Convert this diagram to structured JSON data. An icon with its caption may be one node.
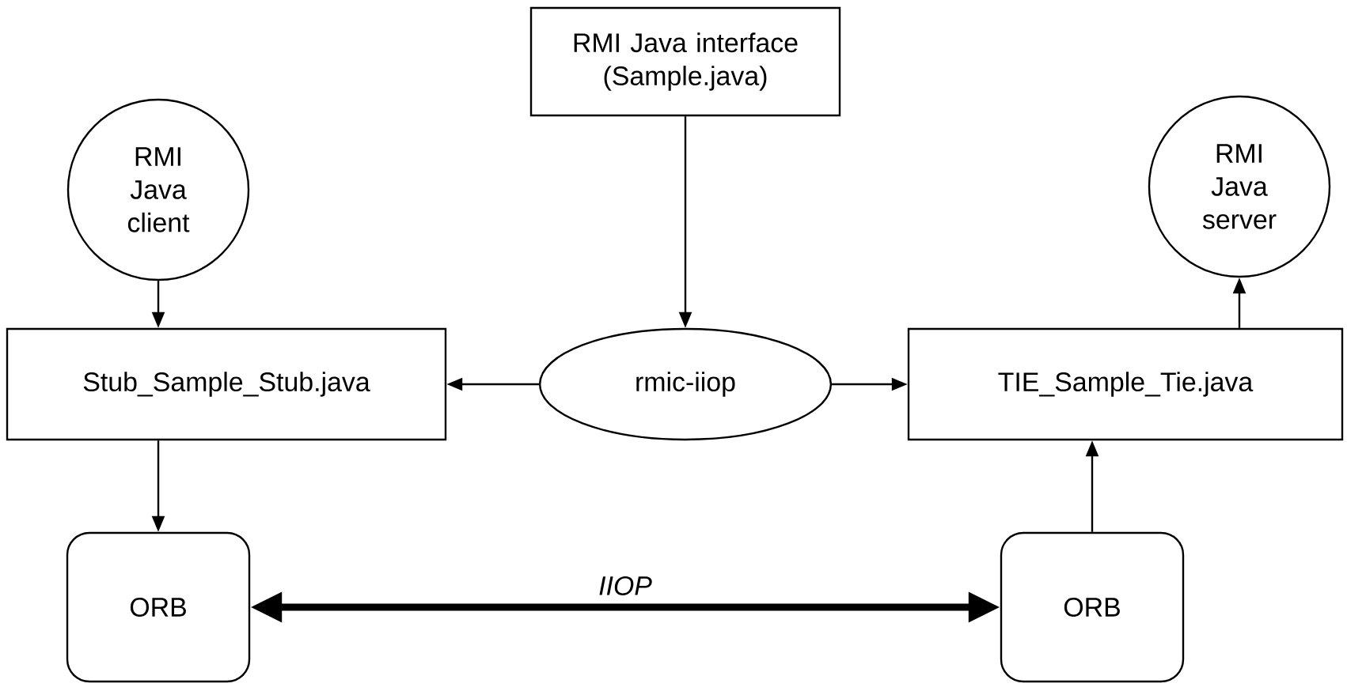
{
  "diagram": {
    "nodes": [
      {
        "text": [
          "RMI Java interface (Sample.java)"
        ]
      },
      {
        "text": [
          "RMI Java client"
        ]
      },
      {
        "text": [
          "RMI Java server"
        ]
      },
      {
        "text": [
          "Stub_Sample_Stub.java"
        ]
      },
      {
        "text": [
          "rmic-iiop"
        ]
      },
      {
        "text": [
          "TIE_Sample_Tie.java"
        ]
      },
      {
        "text": [
          "ORB"
        ]
      },
      {
        "text": [
          "ORB"
        ]
      }
    ],
    "edges": [
      {
        "from": 1,
        "to": 3,
        "arrow": "to"
      },
      {
        "from": 0,
        "to": 4,
        "arrow": "to"
      },
      {
        "from": 4,
        "to": 3,
        "arrow": "to"
      },
      {
        "from": 4,
        "to": 5,
        "arrow": "to"
      },
      {
        "from": 5,
        "to": 2,
        "arrow": "to"
      },
      {
        "from": 3,
        "to": 6,
        "arrow": "to"
      },
      {
        "from": 7,
        "to": 5,
        "arrow": "to"
      },
      {
        "from": 6,
        "to": 7,
        "arrow": "both",
        "label": "IIOP",
        "style": "thick"
      }
    ]
  }
}
